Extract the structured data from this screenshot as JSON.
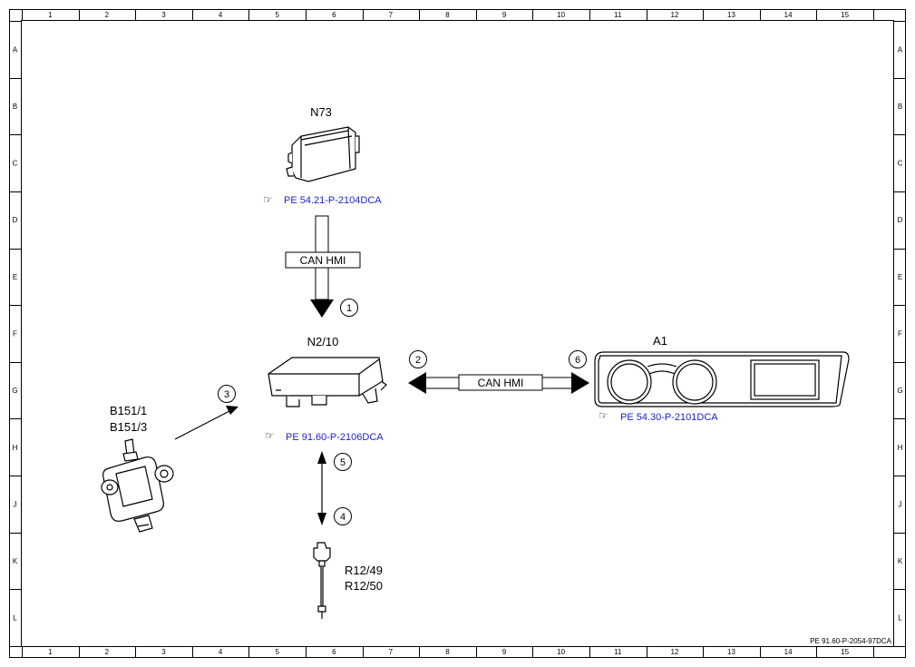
{
  "grid": {
    "columns": [
      "1",
      "2",
      "3",
      "4",
      "5",
      "6",
      "7",
      "8",
      "9",
      "10",
      "11",
      "12",
      "13",
      "14",
      "15"
    ],
    "rows": [
      "A",
      "B",
      "C",
      "D",
      "E",
      "F",
      "G",
      "H",
      "J",
      "K",
      "L"
    ]
  },
  "components": {
    "n73": {
      "label": "N73",
      "ref": "PE 54.21-P-2104DCA"
    },
    "n2_10": {
      "label": "N2/10",
      "ref": "PE 91.60-P-2106DCA"
    },
    "a1": {
      "label": "A1",
      "ref": "PE 54.30-P-2101DCA"
    },
    "b151": {
      "label_1": "B151/1",
      "label_2": "B151/3"
    },
    "r12": {
      "label_1": "R12/49",
      "label_2": "R12/50"
    }
  },
  "connections": {
    "can_vertical": "CAN HMI",
    "can_horizontal": "CAN HMI"
  },
  "callouts": [
    "1",
    "2",
    "3",
    "4",
    "5",
    "6"
  ],
  "doc_id": "PE 91.60-P-2054-97DCA",
  "ref_icon": "pointing-hand-icon"
}
